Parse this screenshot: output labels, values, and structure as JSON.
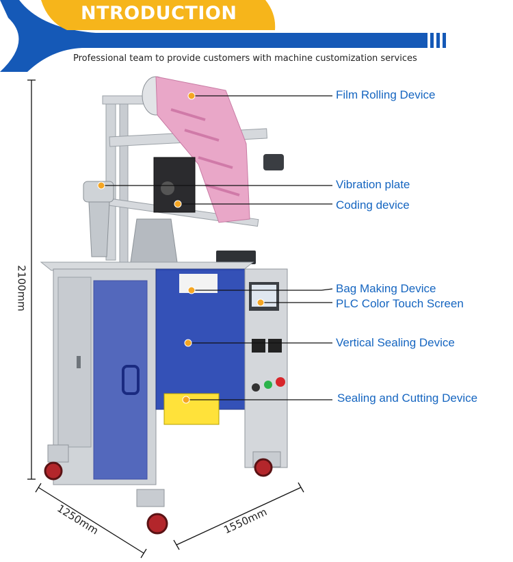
{
  "header": {
    "title": "NTRODUCTION",
    "subtitle": "Professional team to provide customers with machine customization services",
    "accent_yellow": "#f6b51b",
    "accent_blue": "#1559b7"
  },
  "callouts": [
    "Film Rolling Device",
    "Vibration plate",
    "Coding device",
    "Bag Making Device",
    "PLC Color Touch Screen",
    "Vertical Sealing Device",
    "Sealing and Cutting Device"
  ],
  "dimensions": {
    "height": "2100mm",
    "depth": "1250mm",
    "width": "1550mm"
  },
  "colors": {
    "callout_text": "#1565c0",
    "marker": "#f5a623",
    "machine_steel": "#c9cdd2",
    "machine_panel_blue": "#1f3fb0",
    "film_pink": "#e9a7c8"
  }
}
